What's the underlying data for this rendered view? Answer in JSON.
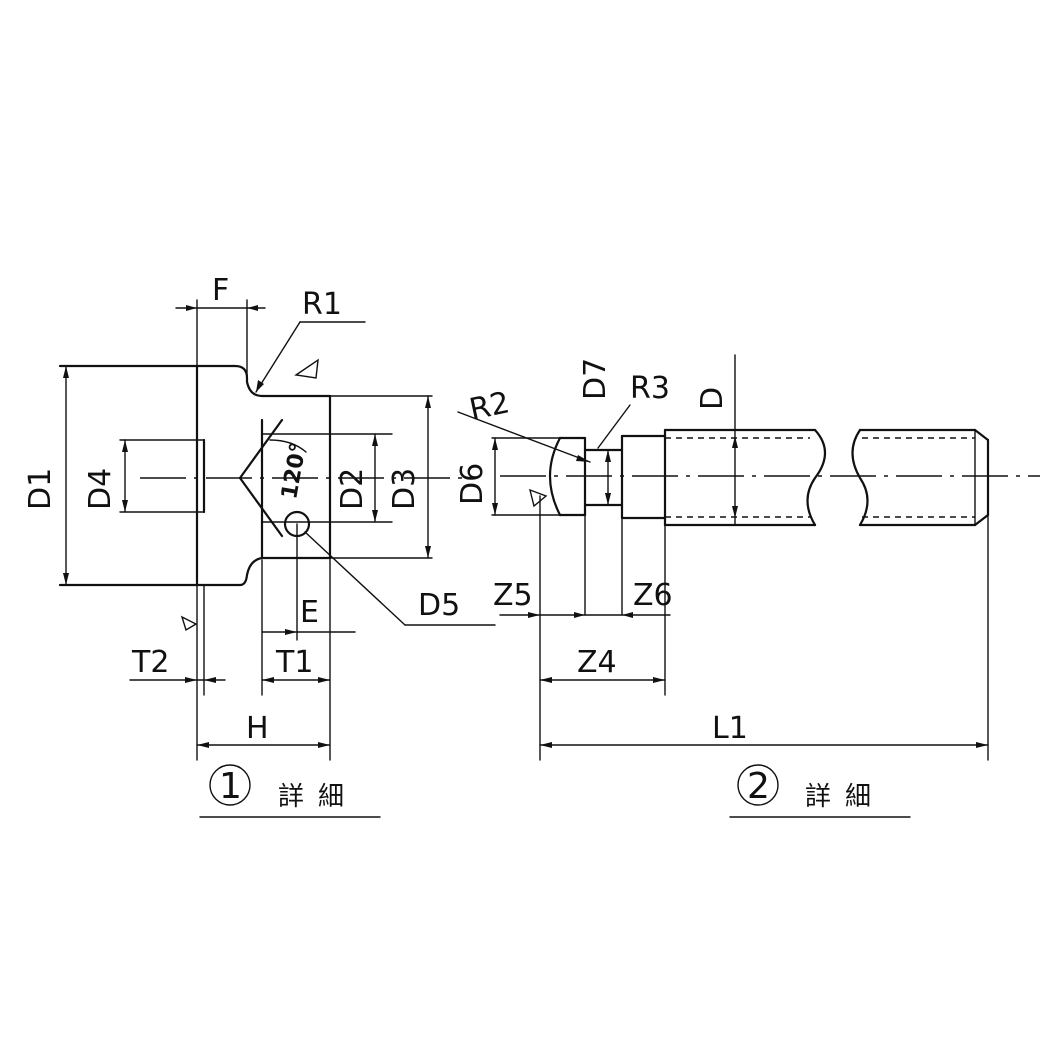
{
  "detail1": {
    "labels": {
      "F": "F",
      "R1": "R1",
      "D1": "D1",
      "D4": "D4",
      "D2": "D2",
      "D3": "D3",
      "angle": "120°",
      "D5": "D5",
      "E": "E",
      "T1": "T1",
      "T2": "T2",
      "H": "H"
    },
    "caption_number": "1",
    "caption_text": "詳細"
  },
  "detail2": {
    "labels": {
      "R2": "R2",
      "D7": "D7",
      "R3": "R3",
      "D": "D",
      "D6": "D6",
      "Z5": "Z5",
      "Z6": "Z6",
      "Z4": "Z4",
      "L1": "L1"
    },
    "caption_number": "2",
    "caption_text": "詳細"
  }
}
